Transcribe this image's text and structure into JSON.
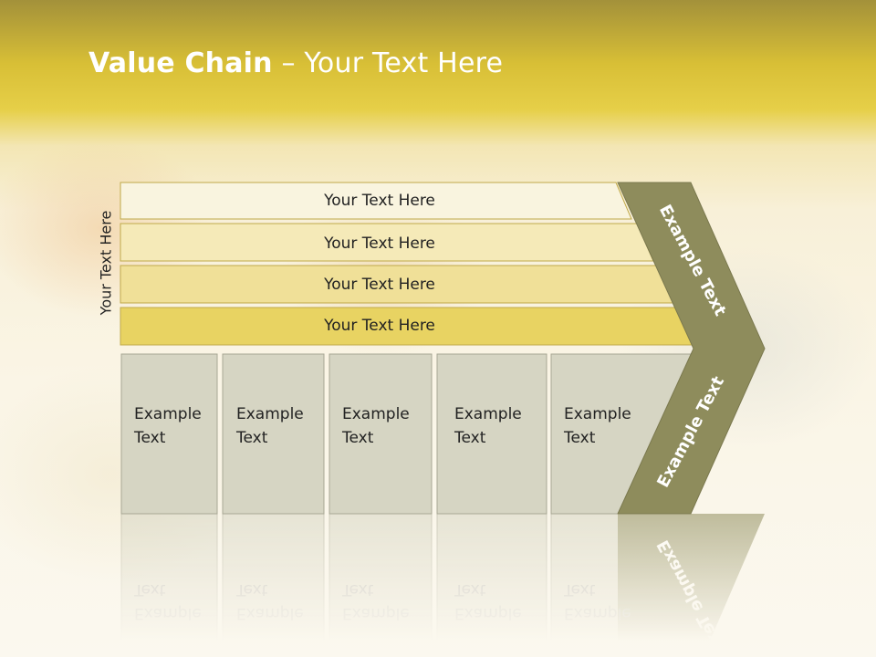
{
  "title": {
    "bold": "Value Chain",
    "rest": " – Your Text Here"
  },
  "side_label": "Your Text Here",
  "bars": [
    {
      "label": "Your Text Here",
      "color": "#f9f4df"
    },
    {
      "label": "Your Text Here",
      "color": "#f5eab8"
    },
    {
      "label": "Your Text Here",
      "color": "#f0e098"
    },
    {
      "label": "Your Text Here",
      "color": "#e8d362"
    }
  ],
  "cells": [
    {
      "line1": "Example",
      "line2": "Text"
    },
    {
      "line1": "Example",
      "line2": "Text"
    },
    {
      "line1": "Example",
      "line2": "Text"
    },
    {
      "line1": "Example",
      "line2": "Text"
    },
    {
      "line1": "Example",
      "line2": "Text"
    }
  ],
  "arrow": {
    "upper_label": "Example Text",
    "lower_label": "Example Text",
    "color": "#8e8c5c"
  },
  "colors": {
    "cell_fill": "#d6d5c3",
    "cell_stroke": "#a8a794",
    "bar_stroke": "#c0a94a"
  }
}
